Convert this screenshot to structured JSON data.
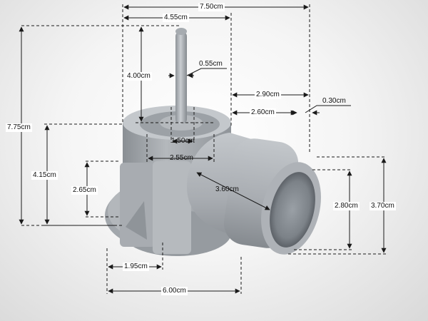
{
  "dimensions": [
    {
      "id": "overall-width",
      "label": "7.50cm"
    },
    {
      "id": "top-width",
      "label": "4.55cm"
    },
    {
      "id": "pin-height",
      "label": "4.00cm"
    },
    {
      "id": "pin-diameter",
      "label": "0.55cm"
    },
    {
      "id": "outlet-offset",
      "label": "2.90cm"
    },
    {
      "id": "wall-thickness",
      "label": "0.30cm"
    },
    {
      "id": "outlet-depth",
      "label": "2.60cm"
    },
    {
      "id": "total-height",
      "label": "7.75cm"
    },
    {
      "id": "body-height",
      "label": "4.15cm"
    },
    {
      "id": "inner-bore",
      "label": "1.50cm"
    },
    {
      "id": "collar-diameter",
      "label": "2.55cm"
    },
    {
      "id": "outlet-length",
      "label": "3.60cm"
    },
    {
      "id": "rib-height",
      "label": "2.65cm"
    },
    {
      "id": "outlet-inner-diameter",
      "label": "2.80cm"
    },
    {
      "id": "outlet-outer-diameter",
      "label": "3.70cm"
    },
    {
      "id": "flange-width",
      "label": "1.95cm"
    },
    {
      "id": "base-width",
      "label": "6.00cm"
    }
  ],
  "colors": {
    "background": "#f2f2f2",
    "part_light": "#b9bdc1",
    "part_mid": "#9a9fa4",
    "part_dark": "#7d8287",
    "dimension_line": "#1a1a1a"
  }
}
